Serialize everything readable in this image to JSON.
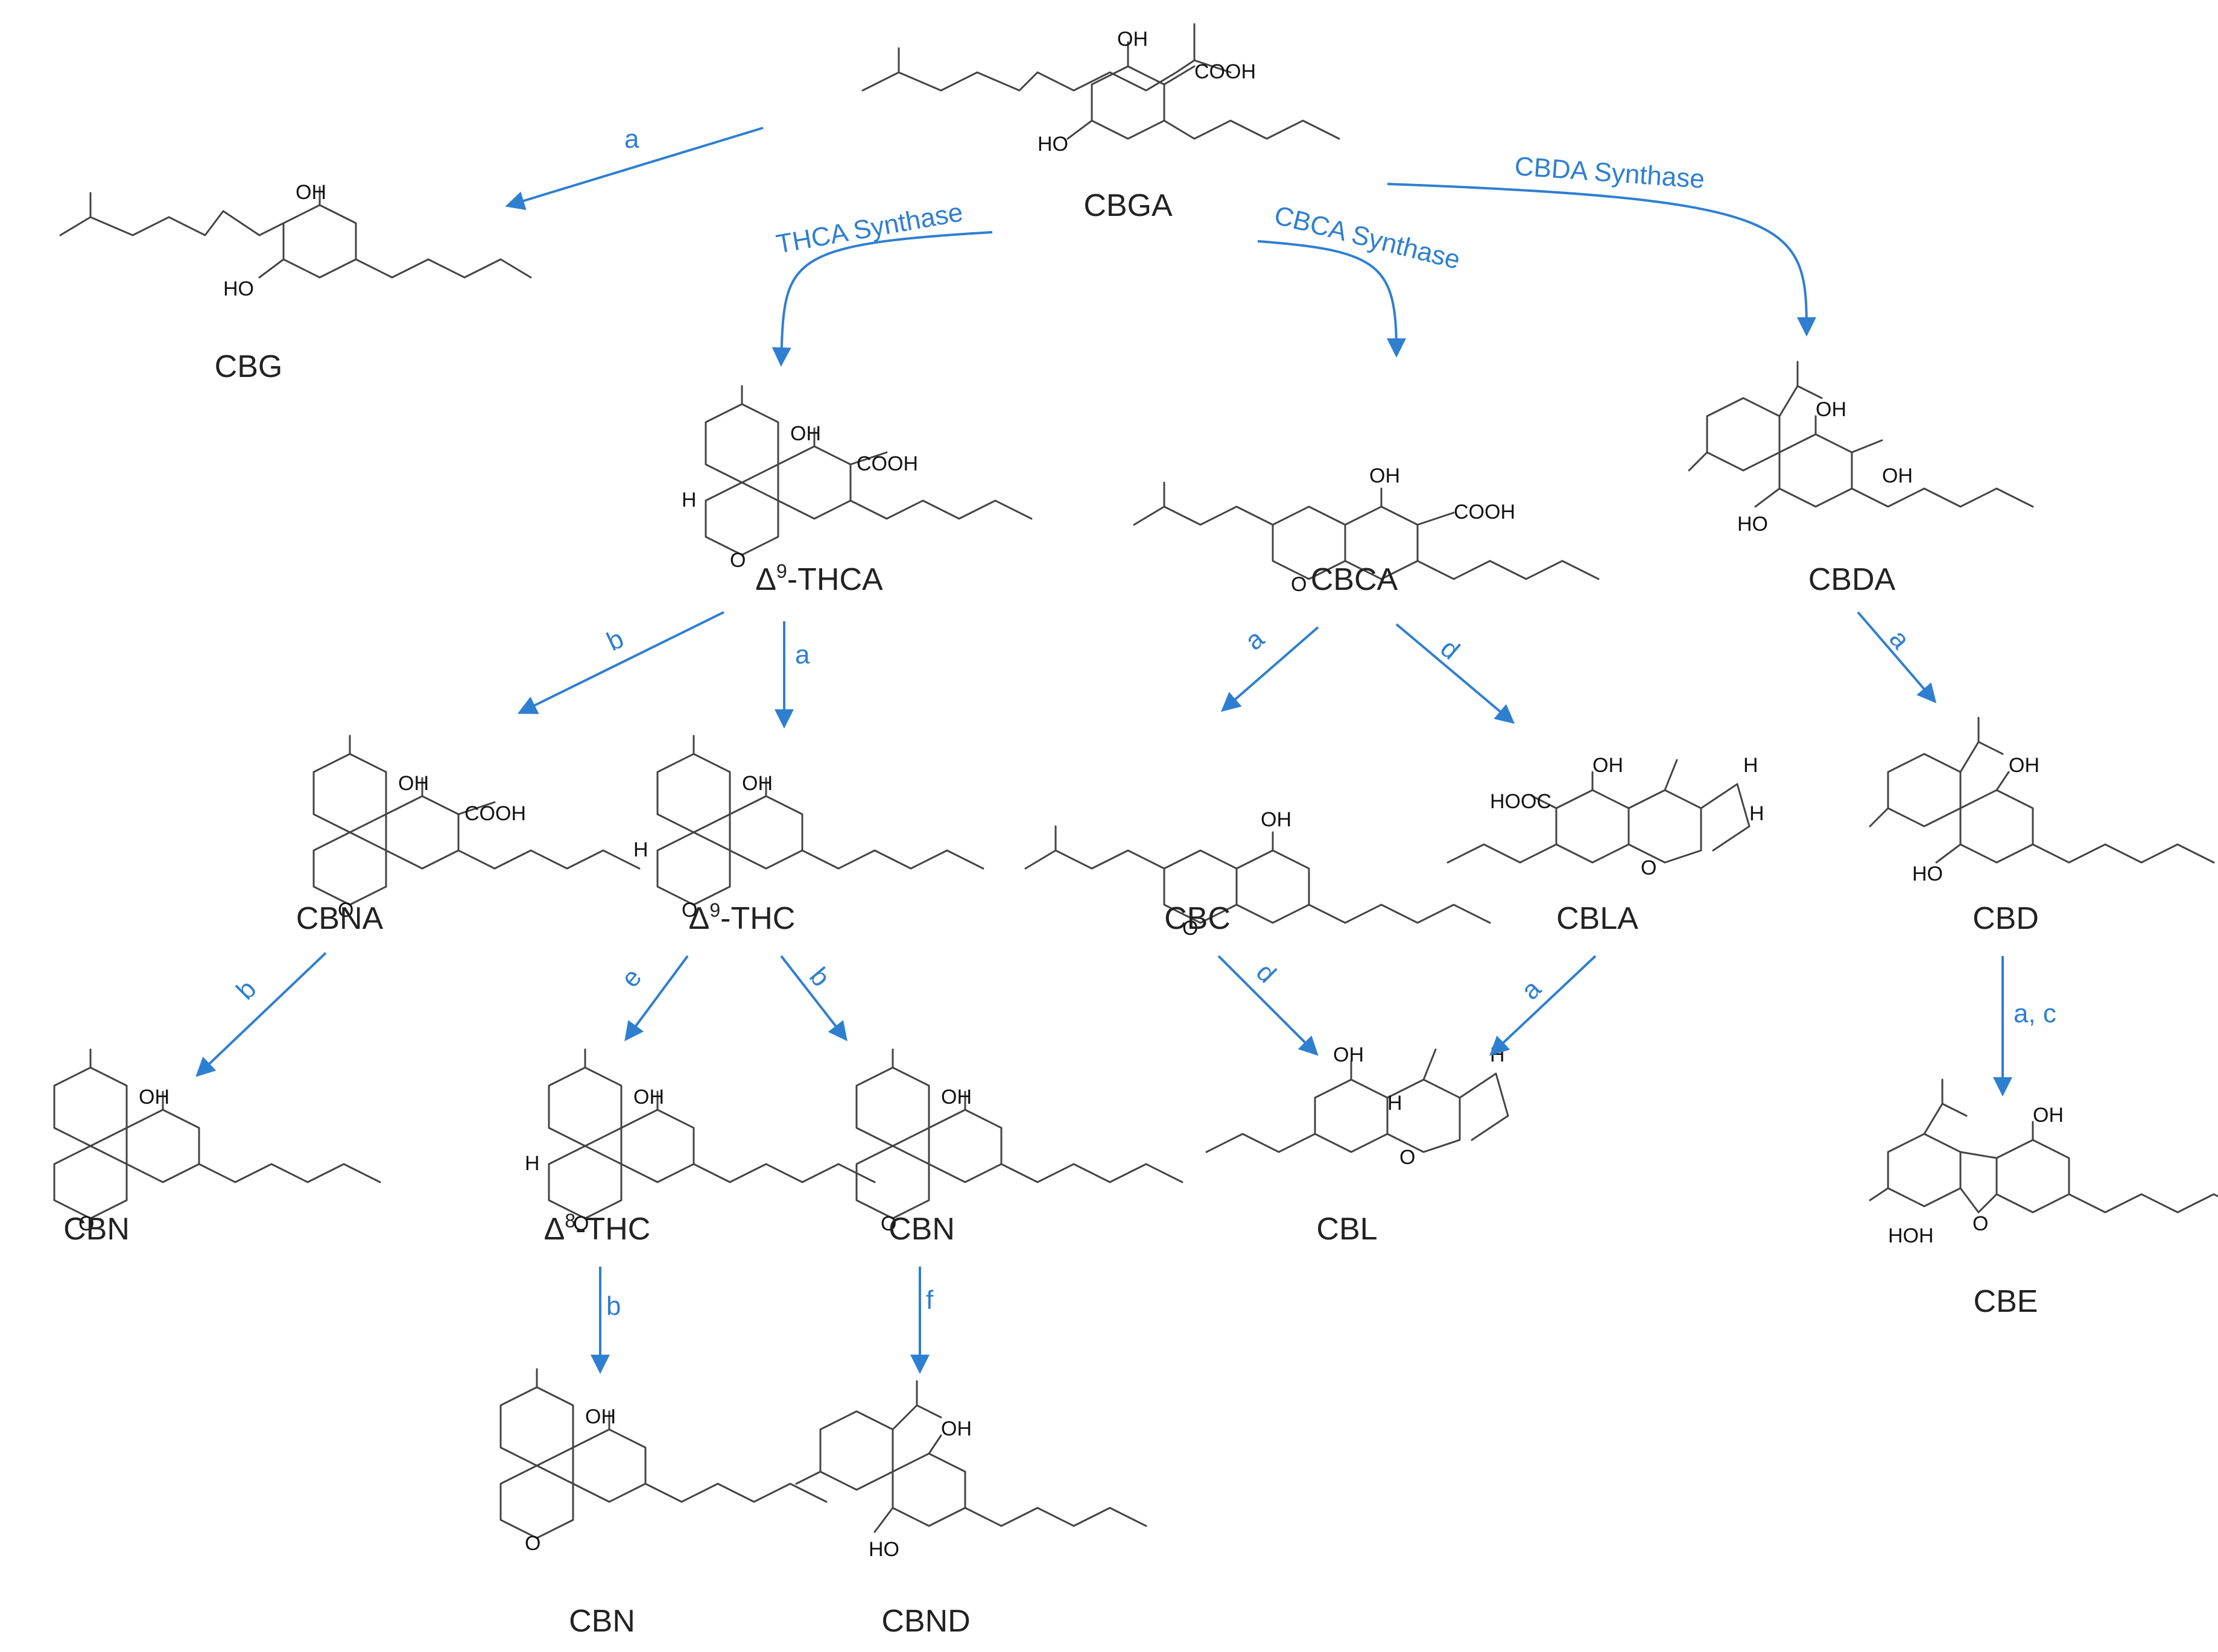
{
  "title": "",
  "molecules": [
    {
      "id": "cbga",
      "label": "CBGA"
    },
    {
      "id": "cbg",
      "label": "CBG"
    },
    {
      "id": "thca",
      "label": "Δ9-THCA",
      "sup": "9",
      "pre": "Δ",
      "post": "-THCA"
    },
    {
      "id": "cbca",
      "label": "CBCA"
    },
    {
      "id": "cbda",
      "label": "CBDA"
    },
    {
      "id": "cbna",
      "label": "CBNA"
    },
    {
      "id": "thc",
      "label": "Δ9-THC",
      "sup": "9",
      "pre": "Δ",
      "post": "-THC"
    },
    {
      "id": "cbc",
      "label": "CBC"
    },
    {
      "id": "cbla",
      "label": "CBLA"
    },
    {
      "id": "cbd",
      "label": "CBD"
    },
    {
      "id": "cbn1",
      "label": "CBN"
    },
    {
      "id": "d8thc",
      "label": "Δ8-THC",
      "sup": "8",
      "pre": "Δ",
      "post": "-THC"
    },
    {
      "id": "cbn2",
      "label": "CBN"
    },
    {
      "id": "cbl",
      "label": "CBL"
    },
    {
      "id": "cbe",
      "label": "CBE"
    },
    {
      "id": "cbn3",
      "label": "CBN"
    },
    {
      "id": "cbnd",
      "label": "CBND"
    }
  ],
  "edges": [
    {
      "id": "e-cbga-cbg",
      "label": "a"
    },
    {
      "id": "e-cbga-thca",
      "label": "THCA Synthase"
    },
    {
      "id": "e-cbga-cbca",
      "label": "CBCA Synthase"
    },
    {
      "id": "e-cbga-cbda",
      "label": "CBDA Synthase"
    },
    {
      "id": "e-thca-cbna",
      "label": "b"
    },
    {
      "id": "e-thca-thc",
      "label": "a"
    },
    {
      "id": "e-cbca-cbc",
      "label": "a"
    },
    {
      "id": "e-cbca-cbla",
      "label": "d"
    },
    {
      "id": "e-cbda-cbd",
      "label": "a"
    },
    {
      "id": "e-cbna-cbn",
      "label": "b"
    },
    {
      "id": "e-thc-d8thc",
      "label": "e"
    },
    {
      "id": "e-thc-cbn",
      "label": "b"
    },
    {
      "id": "e-cbc-cbl",
      "label": "d"
    },
    {
      "id": "e-cbla-cbl",
      "label": "a"
    },
    {
      "id": "e-cbd-cbe",
      "label": "a, c"
    },
    {
      "id": "e-d8thc-cbn",
      "label": "b"
    },
    {
      "id": "e-cbn-cbnd",
      "label": "f"
    }
  ],
  "atoms": {
    "oh": "OH",
    "ho": "HO",
    "cooh": "COOH",
    "hooc": "HOOC",
    "o": "O",
    "h": "H",
    "hoh": "HOH"
  },
  "colors": {
    "arrow": "#2f7fd0",
    "bond": "#444444",
    "text": "#222222"
  }
}
